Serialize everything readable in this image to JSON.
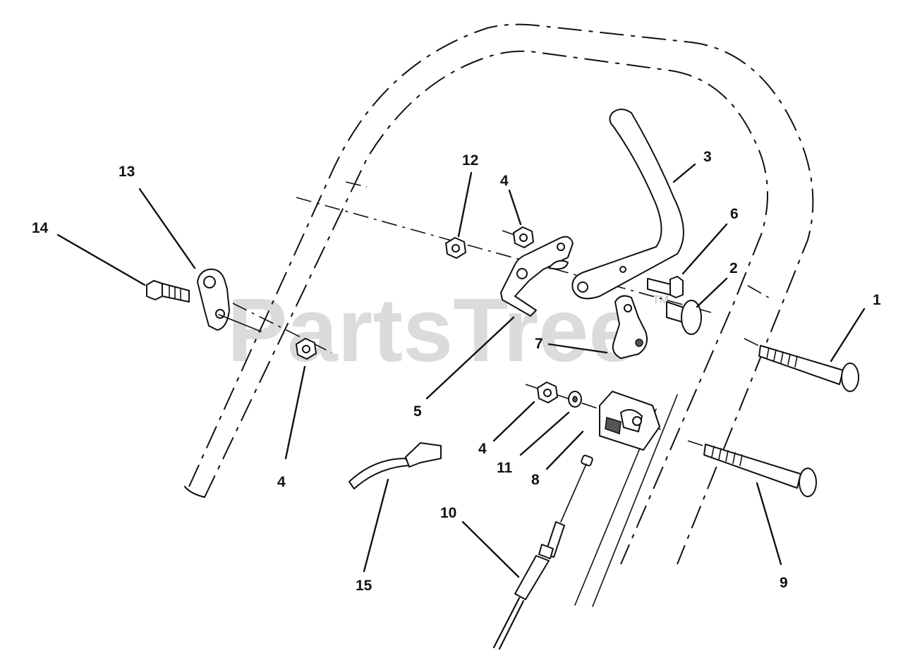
{
  "watermark": {
    "text": "PartsTree",
    "tm": "TM"
  },
  "callouts": {
    "c1": "1",
    "c2": "2",
    "c3": "3",
    "c4a": "4",
    "c4b": "4",
    "c4c": "4",
    "c5": "5",
    "c6": "6",
    "c7": "7",
    "c8": "8",
    "c9": "9",
    "c10": "10",
    "c11": "11",
    "c12": "12",
    "c13": "13",
    "c14": "14",
    "c15": "15"
  }
}
